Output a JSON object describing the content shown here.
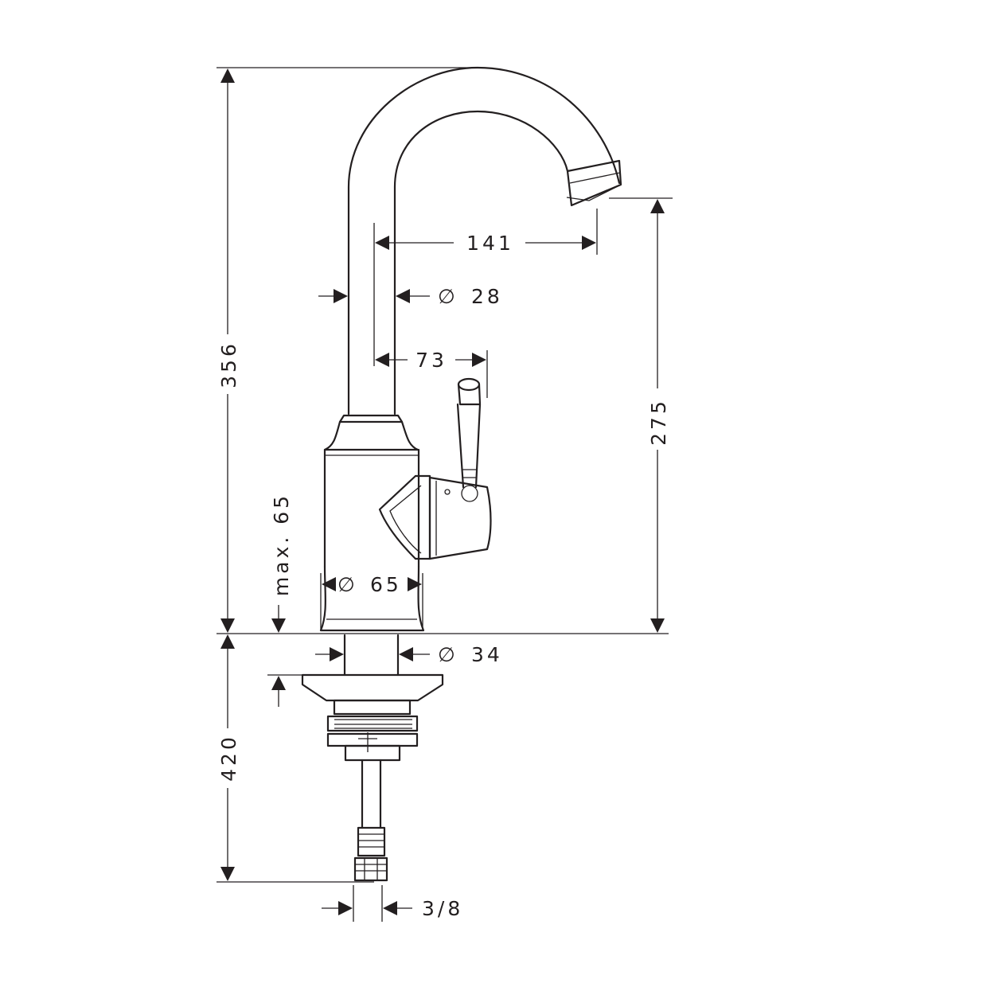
{
  "drawing": {
    "colors": {
      "line": "#231f20",
      "background": "#ffffff"
    },
    "dimensions": {
      "total_height": "356",
      "spout_height": "275",
      "spout_reach": "141",
      "spout_diameter": "28",
      "lever_offset": "73",
      "max_deck_thickness": "max. 65",
      "base_diameter": "65",
      "shank_diameter": "34",
      "hose_length": "420",
      "connection": "3/8"
    },
    "symbols": {
      "diameter": "∅"
    }
  }
}
